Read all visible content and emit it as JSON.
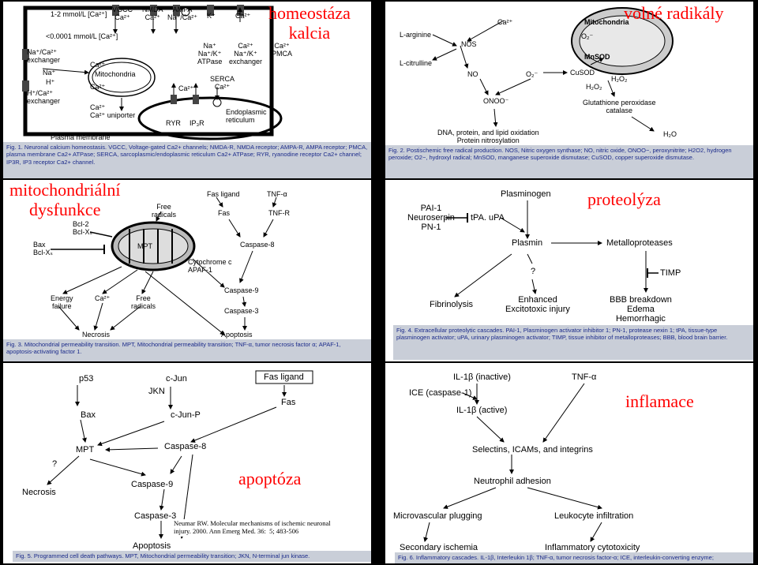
{
  "panel1": {
    "title": "homeostáza\nkalcia",
    "caption": "Fig. 1. Neuronal calcium homeostasis. VGCC, Voltage-gated Ca2+ channels; NMDA-R, NMDA receptor; AMPA-R, AMPA receptor; PMCA, plasma membrane Ca2+ ATPase; SERCA, sarcoplasmic/endoplasmic reticulum Ca2+ ATPase; RYR, ryanodine receptor Ca2+ channel; IP3R, IP3 receptor Ca2+ channel.",
    "labels": {
      "conc_out": "1-2 mmol/L [Ca²⁺]",
      "conc_in": "<0.0001 mmol/L [Ca²⁺]",
      "vgcc": "VGCC\nCa²⁺",
      "nmda": "NMDA\nCa²⁺",
      "ampa": "AMPA\nNa⁺/Ca²⁺",
      "k": "K⁺",
      "ca_top": "Ca²⁺",
      "na_ca_exch": "Na⁺/Ca²⁺\nexchanger",
      "na": "Na⁺",
      "h": "H⁺",
      "h_ca_exch": "H⁺/Ca²⁺\nexchanger",
      "mito": "Mitochondria",
      "ca_mito1": "Ca²⁺",
      "ca_mito2": "Ca²⁺",
      "uniporter": "Ca²⁺\nCa²⁺ uniporter",
      "na_atpase": "Na⁺\nNa⁺/K⁺\nATPase",
      "na_k_exch": "Ca²⁺\nNa⁺/K⁺\nexchanger",
      "pmca": "Ca²⁺\nPMCA",
      "serca": "SERCA\nCa²⁺",
      "ca_er": "Ca²⁺",
      "ryr": "RYR",
      "ip3r": "IP₃R",
      "er": "Endoplasmic\nreticulum",
      "membrane": "Plasma membrane"
    }
  },
  "panel2": {
    "title": "volné radikály",
    "caption": "Fig. 2. Postischemic free radical production. NOS, Nitric oxygen synthase; NO, nitric oxide, ONOO−, peroxynitrite; H2O2, hydrogen peroxide; O2−, hydroxyl radical; MnSOD, manganese superoxide dismutase; CuSOD, copper superoxide dismutase.",
    "labels": {
      "arginine": "L-arginine",
      "citrulline": "L-citrulline",
      "nos": "NOS",
      "ca": "Ca²⁺",
      "mito": "Mitochondria",
      "o2": "O₂⁻",
      "mnsod": "MnSOD",
      "no": "NO",
      "o2b": "O₂⁻",
      "cusod": "CuSOD",
      "h2o2a": "H₂O₂",
      "h2o2b": "H₂O₂",
      "onoo": "ONOO⁻",
      "gpx": "Glutathione peroxidase\ncatalase",
      "dna": "DNA, protein, and lipid oxidation\nProtein nitrosylation",
      "h2o": "H₂O"
    }
  },
  "panel3": {
    "title": "mitochondriální\ndysfunkce",
    "caption": "Fig. 3. Mitochondrial permeability transition. MPT, Mitochondrial permeability transition; TNF-α, tumor necrosis factor α; APAF-1, apoptosis-activating factor 1.",
    "labels": {
      "fas_ligand": "Fas ligand",
      "tnf": "TNF-α",
      "free_radicals": "Free\nradicals",
      "fas": "Fas",
      "tnfr": "TNF-R",
      "bcl2": "Bcl-2\nBcl-Xₛ",
      "bax": "Bax\nBcl-Xₛ",
      "mpt": "MPT",
      "caspase8": "Caspase-8",
      "cytc": "Cytochrome c\nAPAF-1",
      "caspase9": "Caspase-9",
      "caspase3": "Caspase-3",
      "energy": "Energy\nfailure",
      "ca": "Ca²⁺",
      "free_radicals2": "Free\nradicals",
      "necrosis": "Necrosis",
      "apoptosis": "Apoptosis"
    }
  },
  "panel4": {
    "title": "proteolýza",
    "caption": "Fig. 4. Extracellular proteolytic cascades. PAI-1, Plasminogen activator inhibitor 1; PN-1, protease nexin 1; tPA, tissue-type plasminogen activator; uPA, urinary plasminogen activator; TIMP, tissue inhibitor of metalloproteases; BBB, blood brain barrier.",
    "labels": {
      "inhibitors": "PAI-1\nNeuroserpin\nPN-1",
      "tpa": "tPA. uPA",
      "plasminogen": "Plasminogen",
      "plasmin": "Plasmin",
      "metallo": "Metalloproteases",
      "timp": "TIMP",
      "q": "?",
      "fibrinolysis": "Fibrinolysis",
      "edema": "Enhanced\nExcitotoxic injury",
      "bbb": "BBB breakdown\nEdema\nHemorrhagic"
    }
  },
  "panel5": {
    "title": "apoptóza",
    "caption": "Fig. 5. Programmed cell death pathways. MPT, Mitochondrial permeability transition; JKN, N-terminal jun kinase.",
    "reference": "Neumar RW. Molecular mechanisms of ischemic neuronal\ninjury. 2000. Ann Emerg Med. 36:  5; 483-506",
    "labels": {
      "p53": "p53",
      "cjun": "c-Jun",
      "jkn": "JKN",
      "fas_ligand": "Fas ligand",
      "fas": "Fas",
      "bax": "Bax",
      "cjunp": "c-Jun-P",
      "mpt": "MPT",
      "caspase8": "Caspase-8",
      "q": "?",
      "necrosis": "Necrosis",
      "caspase9": "Caspase-9",
      "caspase3": "Caspase-3",
      "apoptosis": "Apoptosis"
    }
  },
  "panel6": {
    "title": "inflamace",
    "caption": "Fig. 6. Inflammatory cascades. IL-1β, Interleukin 1β; TNF-α, tumor necrosis factor-α; ICE, interleukin-converting enzyme;",
    "labels": {
      "il1_inactive": "IL-1β (inactive)",
      "tnf": "TNF-α",
      "ice": "ICE (caspase-1)",
      "il1_active": "IL-1β (active)",
      "selectins": "Selectins, ICAMs, and integrins",
      "neutrophil": "Neutrophil adhesion",
      "plugging": "Microvascular plugging",
      "leukocyte": "Leukocyte infiltration",
      "ischemia": "Secondary ischemia",
      "cytotox": "Inflammatory cytotoxicity"
    }
  }
}
